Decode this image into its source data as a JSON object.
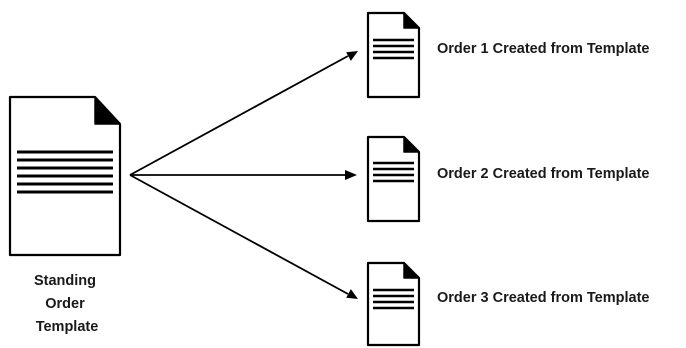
{
  "source": {
    "label_lines": [
      "Standing",
      "Order",
      "Template"
    ]
  },
  "outputs": [
    {
      "label": "Order 1 Created from Template"
    },
    {
      "label": "Order 2 Created from Template"
    },
    {
      "label": "Order 3 Created from Template"
    }
  ],
  "colors": {
    "stroke": "#000000",
    "background": "#ffffff",
    "text": "#1a1a1a"
  },
  "icons": {
    "source": "document-icon",
    "outputs": "document-icon"
  }
}
